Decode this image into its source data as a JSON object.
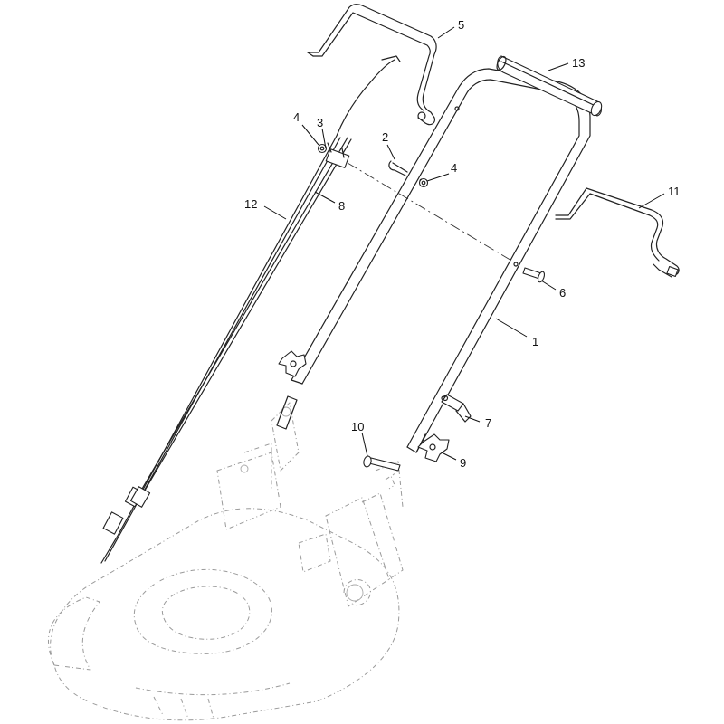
{
  "callouts": [
    {
      "id": "1",
      "label": "1"
    },
    {
      "id": "2",
      "label": "2"
    },
    {
      "id": "3",
      "label": "3"
    },
    {
      "id": "4a",
      "label": "4"
    },
    {
      "id": "4b",
      "label": "4"
    },
    {
      "id": "5",
      "label": "5"
    },
    {
      "id": "6",
      "label": "6"
    },
    {
      "id": "7",
      "label": "7"
    },
    {
      "id": "8",
      "label": "8"
    },
    {
      "id": "9",
      "label": "9"
    },
    {
      "id": "10",
      "label": "10"
    },
    {
      "id": "11",
      "label": "11"
    },
    {
      "id": "12",
      "label": "12"
    },
    {
      "id": "13",
      "label": "13"
    }
  ]
}
